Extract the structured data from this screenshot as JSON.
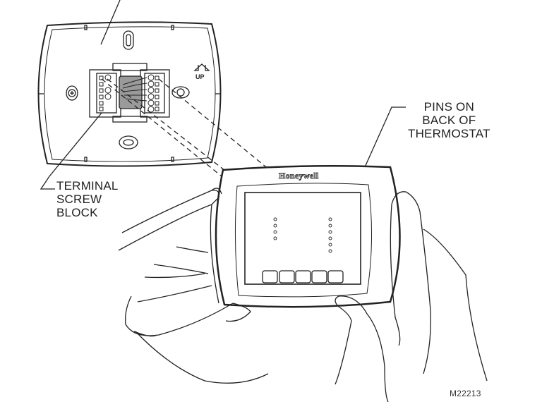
{
  "figure": {
    "callouts": {
      "pins": [
        "PINS ON",
        "BACK OF",
        "THERMOSTAT"
      ],
      "terminal": [
        "TERMINAL",
        "SCREW",
        "BLOCK"
      ]
    },
    "brand": "Honeywell",
    "wallplate_marking": "UP",
    "figure_id": "M22213",
    "thermostat_buttons": 5,
    "left_pin_count": 4,
    "right_pin_count": 6,
    "colors": {
      "line": "#222222",
      "background": "#ffffff",
      "wire_cavity": "#9a9a9a"
    }
  }
}
